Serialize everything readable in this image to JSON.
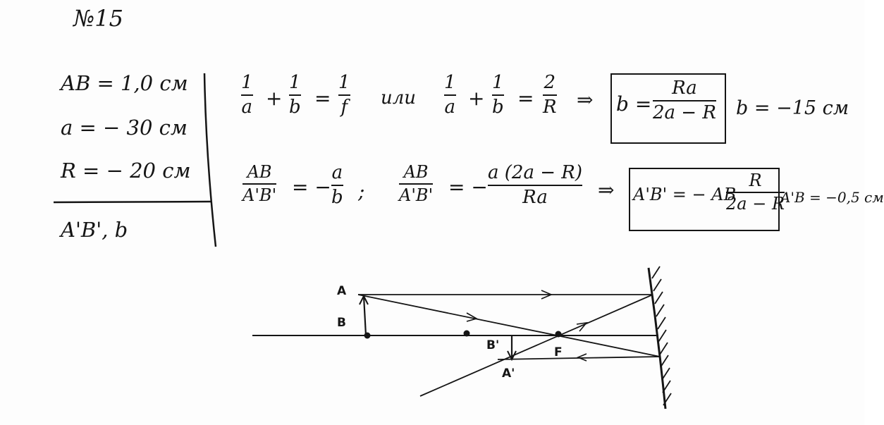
{
  "problem": {
    "number": "№15"
  },
  "given": {
    "ab": "AB = 1,0 см",
    "a": "a = − 30 см",
    "r": "R = − 20 см",
    "find": "A'B', b"
  },
  "equations": {
    "row1": {
      "f1_num": "1",
      "f1_den": "a",
      "plus1": "+",
      "f2_num": "1",
      "f2_den": "b",
      "eq1": "=",
      "f3_num": "1",
      "f3_den": "f",
      "or_word": "или",
      "f4_num": "1",
      "f4_den": "a",
      "plus2": "+",
      "f5_num": "1",
      "f5_den": "b",
      "eq2": "=",
      "f6_num": "2",
      "f6_den": "R",
      "implies": "⇒",
      "boxed_lhs": "b =",
      "boxed_num": "Ra",
      "boxed_den": "2a − R",
      "result": "b = −15 см"
    },
    "row2": {
      "f1_num": "AB",
      "f1_den": "A'B'",
      "eq1": "= −",
      "f2_num": "a",
      "f2_den": "b",
      "sep": ";",
      "f3_num": "AB",
      "f3_den": "A'B'",
      "eq2": "= −",
      "f4_num": "a (2a − R)",
      "f4_den": "Ra",
      "implies": "⇒",
      "boxed_lhs": "A'B' = − AB",
      "boxed_num": "R",
      "boxed_den": "2a − R",
      "result": "A'B = −0,5 см"
    }
  },
  "diagram": {
    "label_a": "A",
    "label_b": "B",
    "label_b_prime": "B'",
    "label_a_prime": "A'",
    "label_f": "F"
  }
}
